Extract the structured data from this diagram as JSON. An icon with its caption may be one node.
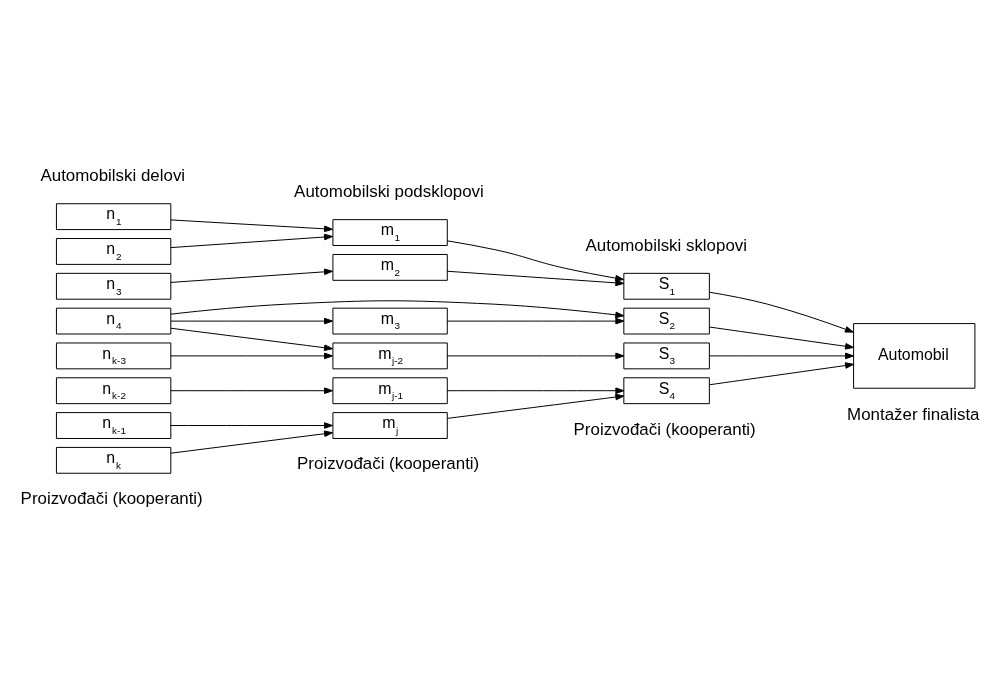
{
  "diagram": {
    "nodes": [
      {
        "text": [
          "n$_{1}$"
        ]
      },
      {
        "text": [
          "n$_{2}$"
        ]
      },
      {
        "text": [
          "n$_{3}$"
        ]
      },
      {
        "text": [
          "n$_{4}$"
        ]
      },
      {
        "text": [
          "n$_{k-3}$"
        ]
      },
      {
        "text": [
          "n$_{k-2}$"
        ]
      },
      {
        "text": [
          "n$_{k-1}$"
        ]
      },
      {
        "text": [
          "n$_{k}$"
        ]
      },
      {
        "text": [
          "m$_{1}$"
        ]
      },
      {
        "text": [
          "m$_{2}$"
        ]
      },
      {
        "text": [
          "m$_{3}$"
        ]
      },
      {
        "text": [
          "m$_{j-2}$"
        ]
      },
      {
        "text": [
          "m$_{j-1}$"
        ]
      },
      {
        "text": [
          "m$_{j}$"
        ]
      },
      {
        "text": [
          "S$_{1}$"
        ]
      },
      {
        "text": [
          "S$_{2}$"
        ]
      },
      {
        "text": [
          "S$_{3}$"
        ]
      },
      {
        "text": [
          "S$_{4}$"
        ]
      },
      {
        "text": [
          "Automobil"
        ]
      }
    ],
    "edges": [
      {
        "from": 0,
        "to": 8,
        "arrow": "to"
      },
      {
        "from": 1,
        "to": 8,
        "arrow": "to"
      },
      {
        "from": 2,
        "to": 9,
        "arrow": "to"
      },
      {
        "from": 3,
        "to": 10,
        "arrow": "to"
      },
      {
        "from": 3,
        "to": 15,
        "arrow": "to"
      },
      {
        "from": 3,
        "to": 11,
        "arrow": "to"
      },
      {
        "from": 4,
        "to": 11,
        "arrow": "to"
      },
      {
        "from": 5,
        "to": 12,
        "arrow": "to"
      },
      {
        "from": 6,
        "to": 13,
        "arrow": "to"
      },
      {
        "from": 7,
        "to": 13,
        "arrow": "to"
      },
      {
        "from": 8,
        "to": 14,
        "arrow": "to"
      },
      {
        "from": 9,
        "to": 14,
        "arrow": "to"
      },
      {
        "from": 10,
        "to": 15,
        "arrow": "to"
      },
      {
        "from": 11,
        "to": 16,
        "arrow": "to"
      },
      {
        "from": 12,
        "to": 17,
        "arrow": "to"
      },
      {
        "from": 13,
        "to": 17,
        "arrow": "to"
      },
      {
        "from": 14,
        "to": 18,
        "arrow": "to"
      },
      {
        "from": 15,
        "to": 18,
        "arrow": "to"
      },
      {
        "from": 16,
        "to": 18,
        "arrow": "to"
      },
      {
        "from": 17,
        "to": 18,
        "arrow": "to"
      }
    ],
    "labels": [
      "Automobilski delovi",
      "Automobilski podsklopovi",
      "Automobilski sklopovi",
      "Proizvođači (kooperanti)",
      "Proizvođači (kooperanti)",
      "Proizvođači (kooperanti)",
      "Montažer finalista"
    ]
  }
}
